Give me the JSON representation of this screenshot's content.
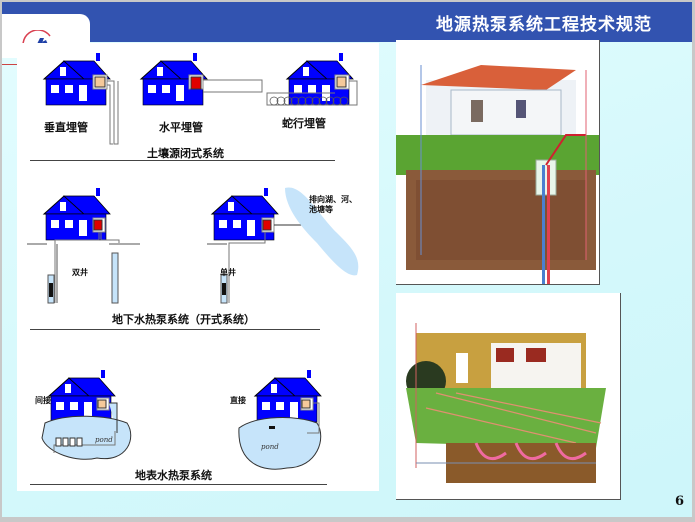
{
  "header": {
    "title": "地源热泵系统工程技术规范",
    "bar_color": "#3253b0"
  },
  "logo": {
    "name": "company-logo"
  },
  "diagrams": {
    "closed_loop": {
      "title": "土壤源闭式系统",
      "labels": [
        "垂直埋管",
        "水平埋管",
        "蛇行埋管"
      ]
    },
    "groundwater": {
      "title": "地下水热泵系统（开式系统）",
      "labels": {
        "double_well": "双井",
        "single_well": "单井",
        "discharge": "排向湖、河、池塘等"
      }
    },
    "surface_water": {
      "title": "地表水热泵系统",
      "labels": {
        "indirect": "间接",
        "direct": "直接",
        "pond_left": "pond",
        "pond_right": "pond"
      }
    }
  },
  "photos": [
    {
      "name": "vertical-ground-loop-photo",
      "alt": "房屋与垂直埋管示意图"
    },
    {
      "name": "horizontal-ground-loop-photo",
      "alt": "房屋与水平埋管示意图"
    }
  ],
  "page_number": "6",
  "colors": {
    "house_blue": "#0000ff",
    "pump_red": "#e00000",
    "pump_tan": "#f5c99a",
    "water_blue": "#c6e4fa"
  }
}
